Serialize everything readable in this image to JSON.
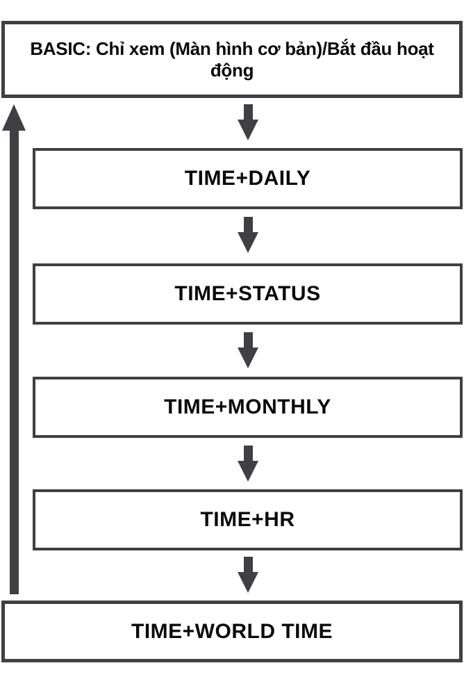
{
  "diagram": {
    "type": "flowchart",
    "basic_box": {
      "label": "BASIC: Chỉ xem (Màn hình cơ bản)/Bắt đầu hoạt động"
    },
    "steps": [
      {
        "label": "TIME+DAILY"
      },
      {
        "label": "TIME+STATUS"
      },
      {
        "label": "TIME+MONTHLY"
      },
      {
        "label": "TIME+HR"
      },
      {
        "label": "TIME+WORLD TIME"
      }
    ],
    "icons": {
      "down_arrow": "down-arrow",
      "up_arrow": "up-arrow-return-to-top"
    },
    "colors": {
      "line": "#3e4044",
      "text": "#0a0a0a",
      "background": "#ffffff"
    }
  }
}
